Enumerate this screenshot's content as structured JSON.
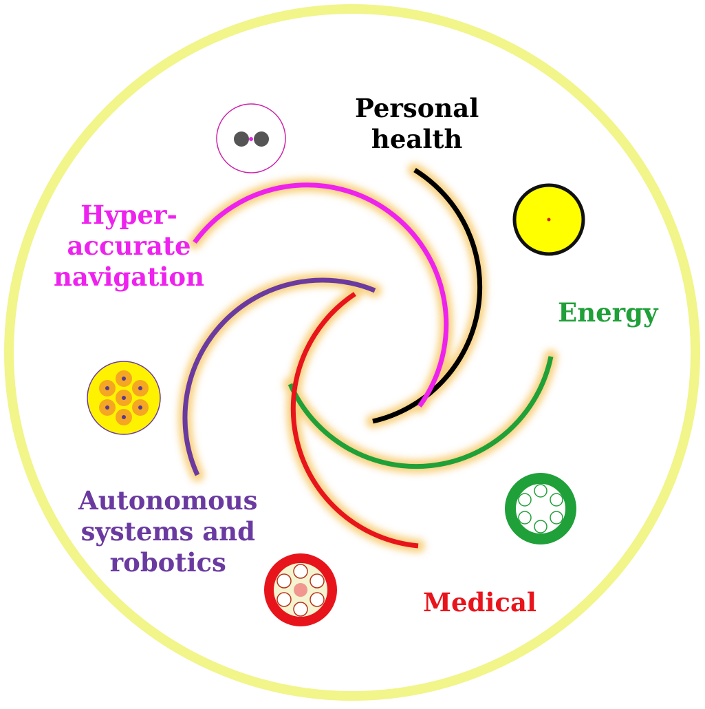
{
  "labels": {
    "personal_health": {
      "lines": [
        "Personal",
        "health"
      ]
    },
    "navigation": {
      "lines": [
        "Hyper-",
        "accurate",
        "navigation"
      ]
    },
    "energy": {
      "lines": [
        "Energy"
      ]
    },
    "autonomous": {
      "lines": [
        "Autonomous",
        "systems and",
        "robotics"
      ]
    },
    "medical": {
      "lines": [
        "Medical"
      ]
    }
  },
  "colors": {
    "outer_ring": "#f1f58a",
    "personal_health": "#000000",
    "navigation": "#ee22ee",
    "energy": "#1fa038",
    "autonomous": "#6a3aa0",
    "medical": "#e8141c",
    "glow": "#f6c35a"
  },
  "icons": {
    "navigation": "two-core-fiber-icon",
    "personal_health": "single-core-fiber-icon",
    "autonomous": "seven-core-fiber-icon",
    "energy": "hollow-core-fiber-icon",
    "medical": "antiresonant-hollow-core-fiber-icon"
  }
}
